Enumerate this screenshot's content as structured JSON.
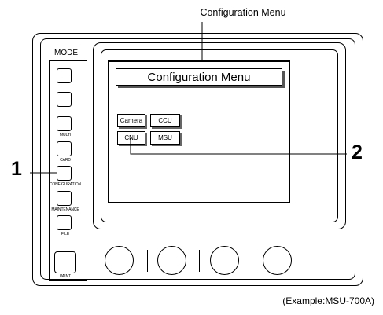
{
  "top_caption": "Configuration Menu",
  "mode_panel": {
    "title": "MODE",
    "button_labels": {
      "multi": "MULTI",
      "card": "CARD",
      "configuration": "CONFIGURATION",
      "maintenance": "MAINTENANCE",
      "file": "FILE",
      "paint": "PAINT"
    }
  },
  "screen": {
    "title": "Configuration Menu",
    "buttons": {
      "camera": "Camera",
      "ccu": "CCU",
      "cnu": "CNU",
      "msu": "MSU"
    }
  },
  "callouts": {
    "left": "1",
    "right": "2"
  },
  "footer_note": "(Example:MSU-700A)"
}
